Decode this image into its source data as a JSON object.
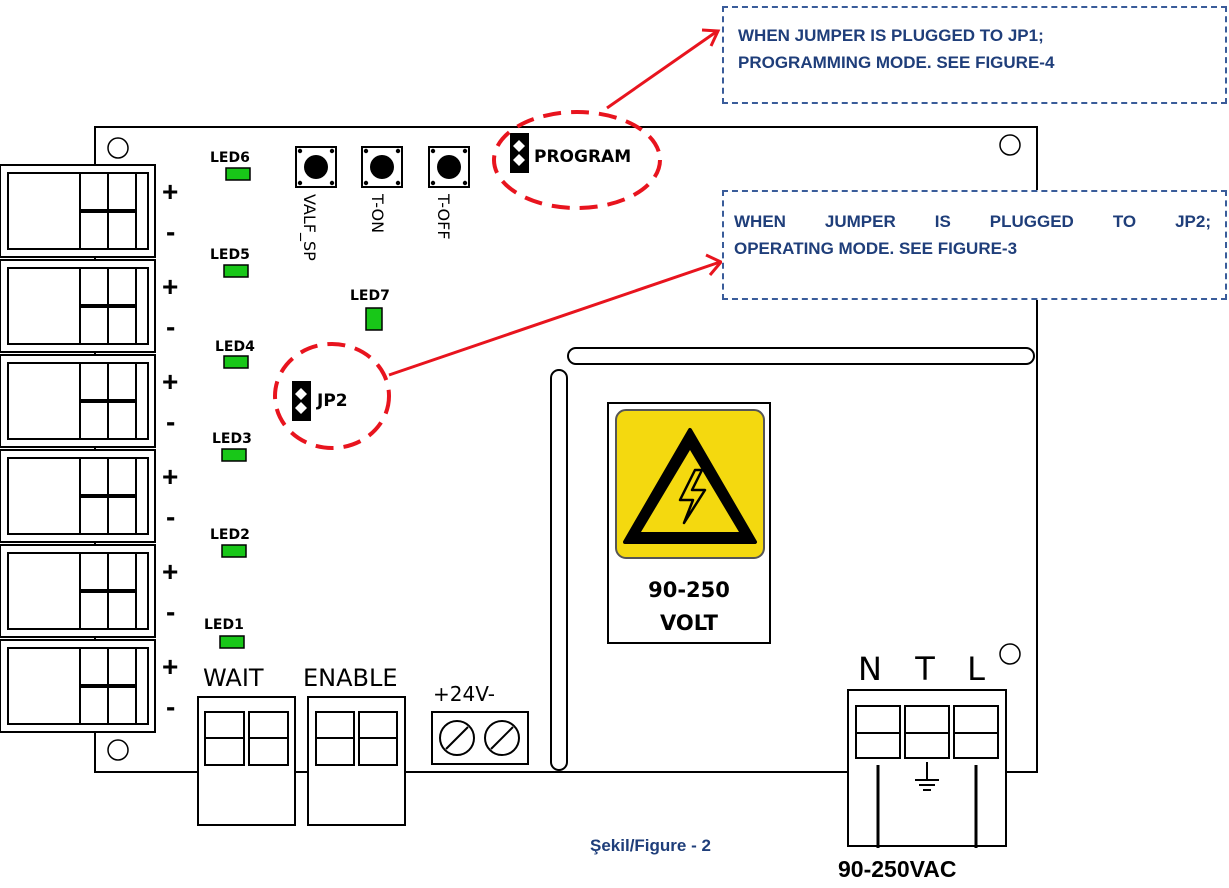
{
  "board": {
    "leds": [
      "LED6",
      "LED5",
      "LED4",
      "LED3",
      "LED2",
      "LED1",
      "LED7"
    ],
    "buttons": [
      "VALF_SP",
      "T-ON",
      "T-OFF"
    ],
    "jumpers": {
      "jp1_label": "PROGRAM",
      "jp2_label": "JP2"
    },
    "terminal_signs": {
      "plus": "+",
      "minus": "-"
    },
    "bottom_labels": {
      "wait": "WAIT",
      "enable": "ENABLE",
      "supply": "+24V-"
    },
    "mains_letters": [
      "N",
      "T",
      "L"
    ],
    "warning": {
      "line1": "90-250",
      "line2": "VOLT"
    }
  },
  "notes": {
    "jp1": {
      "line1": "WHEN JUMPER IS PLUGGED TO JP1;",
      "line2": "PROGRAMMING MODE. SEE FIGURE-4"
    },
    "jp2": {
      "line1": "WHEN JUMPER IS PLUGGED TO JP2;",
      "line2": "OPERATING MODE. SEE FIGURE-3"
    }
  },
  "captions": {
    "figure": "Şekil/Figure - 2",
    "mains": "90-250VAC"
  },
  "colors": {
    "led": "#18c718",
    "arrow": "#e8141e",
    "note_text": "#1f3e7a",
    "note_border": "#3a5c9a",
    "warning_bg": "#f4d90f"
  }
}
